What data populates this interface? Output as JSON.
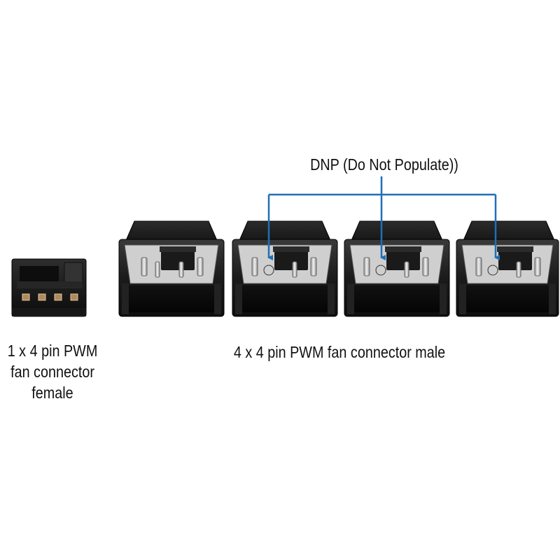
{
  "annotation": {
    "dnp_label": "DNP (Do Not Populate))",
    "leader_color": "#1f6fb8"
  },
  "female_connector": {
    "label_lines": [
      "1 x 4 pin PWM",
      "fan connector",
      "female"
    ],
    "pin_count": 4,
    "body_color": "#1c1c1c",
    "pin_color": "#b08a5a"
  },
  "male_connectors": {
    "label": "4 x 4 pin PWM fan connector male",
    "count": 4,
    "dnp_marked": [
      false,
      true,
      true,
      true
    ],
    "body_color": "#1e1e1e"
  }
}
